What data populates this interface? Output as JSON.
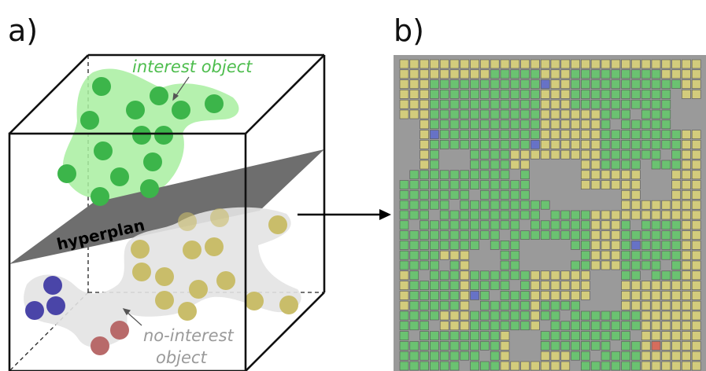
{
  "panel_a": {
    "label": "a)",
    "interest_label": "interest object",
    "hyperplane_label": "hyperplan",
    "no_interest_label_line1": "no-interest",
    "no_interest_label_line2": "object"
  },
  "panel_b": {
    "label": "b)"
  },
  "colors": {
    "green_point": "#3cb54a",
    "green_blob": "#a8eea0",
    "olive_point": "#c9bd6a",
    "gray_blob": "#e3e3e3",
    "blue_point": "#4a45a8",
    "red_point": "#b86a6a",
    "hyperplane": "#6e6e6e",
    "interest_text": "#4dbd4d",
    "no_interest_text": "#9a9a9a",
    "yellow_cell": "#d8d07a",
    "green_cell": "#63c96a",
    "blue_cell": "#6470c8",
    "red_cell": "#d86a5a",
    "micrograph_bg": "#9a9a9a"
  }
}
